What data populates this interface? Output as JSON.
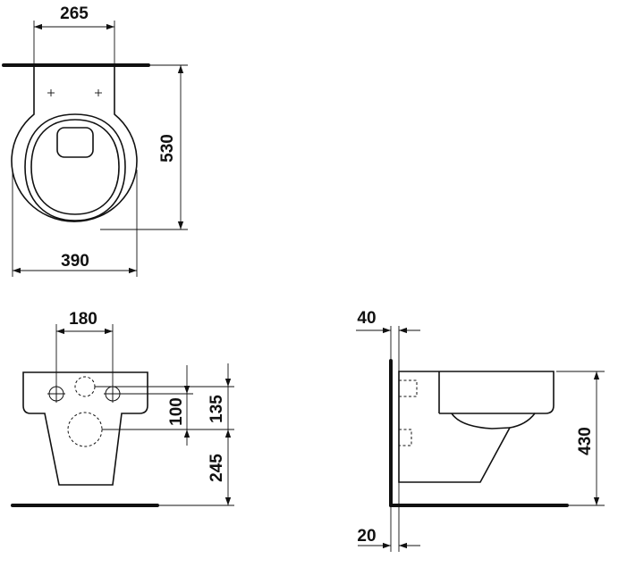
{
  "drawing": {
    "top_view": {
      "width_top": "265",
      "depth": "530",
      "width_bottom": "390"
    },
    "front_view": {
      "fixing_spacing": "180",
      "inlet_height": "135",
      "outlet_offset": "100",
      "outlet_height": "245"
    },
    "side_view": {
      "wall_gap_top": "40",
      "pan_height": "430",
      "wall_gap_bottom": "20"
    }
  }
}
